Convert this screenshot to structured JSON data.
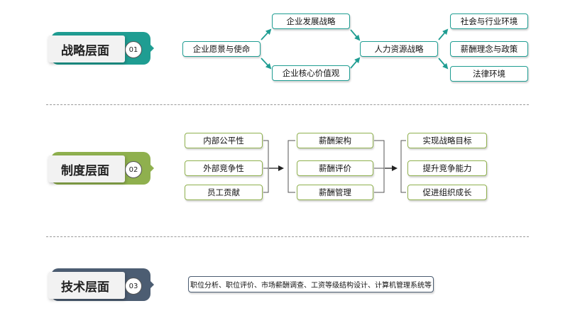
{
  "colors": {
    "strategy": "#1f9d92",
    "system": "#8fb04e",
    "technical": "#4c5d72"
  },
  "levels": [
    {
      "title": "战略层面",
      "number": "01",
      "nodes": {
        "vision": "企业愿景与使命",
        "development": "企业发展战略",
        "values": "企业核心价值观",
        "hr": "人力资源战略",
        "society": "社会与行业环境",
        "philosophy": "薪酬理念与政策",
        "law": "法律环境"
      }
    },
    {
      "title": "制度层面",
      "number": "02",
      "inputs": [
        "内部公平性",
        "外部竞争性",
        "员工贡献"
      ],
      "center": [
        "薪酬架构",
        "薪酬评价",
        "薪酬管理"
      ],
      "outputs": [
        "实现战略目标",
        "提升竞争能力",
        "促进组织成长"
      ]
    },
    {
      "title": "技术层面",
      "number": "03",
      "text": "职位分析、职位评价、市场薪酬调查、工资等级结构设计、计算机管理系统等"
    }
  ]
}
